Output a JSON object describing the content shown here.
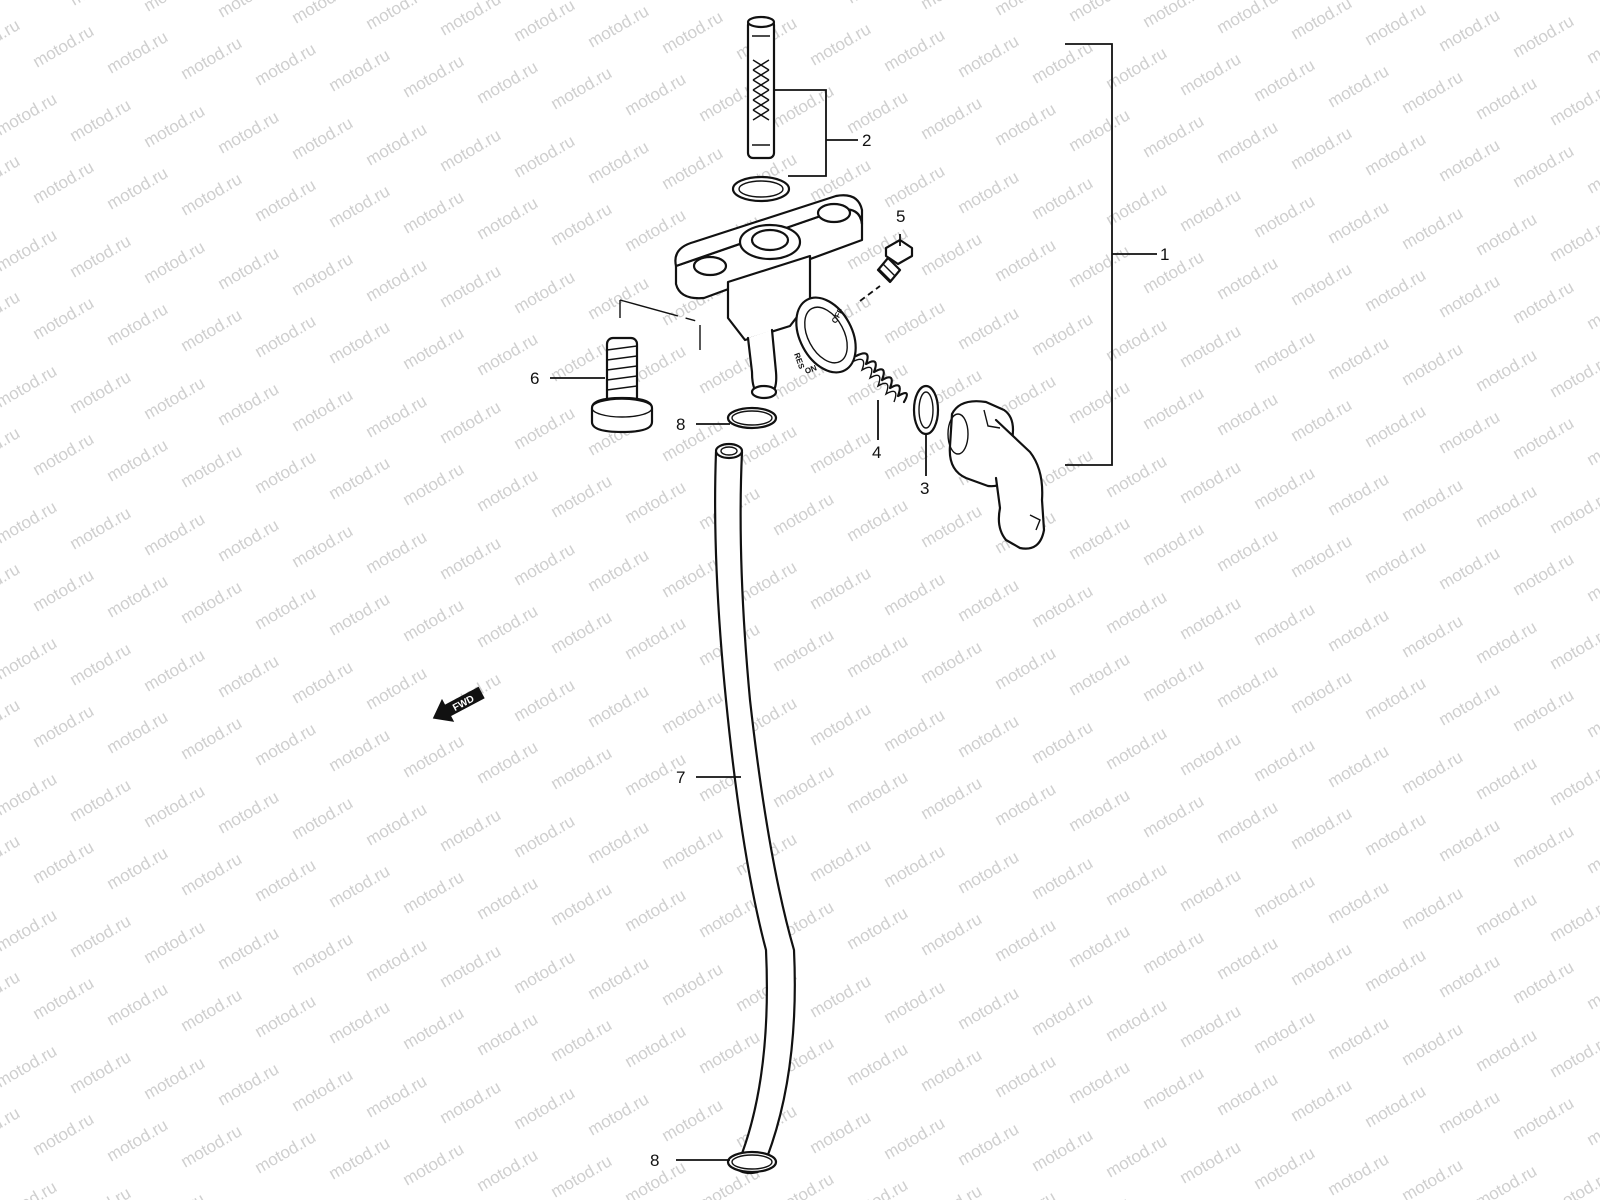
{
  "watermark": {
    "text": "motod.ru"
  },
  "callouts": {
    "c1": "1",
    "c2": "2",
    "c3": "3",
    "c4": "4",
    "c5": "5",
    "c6": "6",
    "c7": "7",
    "c8a": "8",
    "c8b": "8"
  },
  "valve_dial": {
    "off": "OFF",
    "on": "ON",
    "res": "RES"
  },
  "direction_badge": {
    "label": "FWD"
  }
}
